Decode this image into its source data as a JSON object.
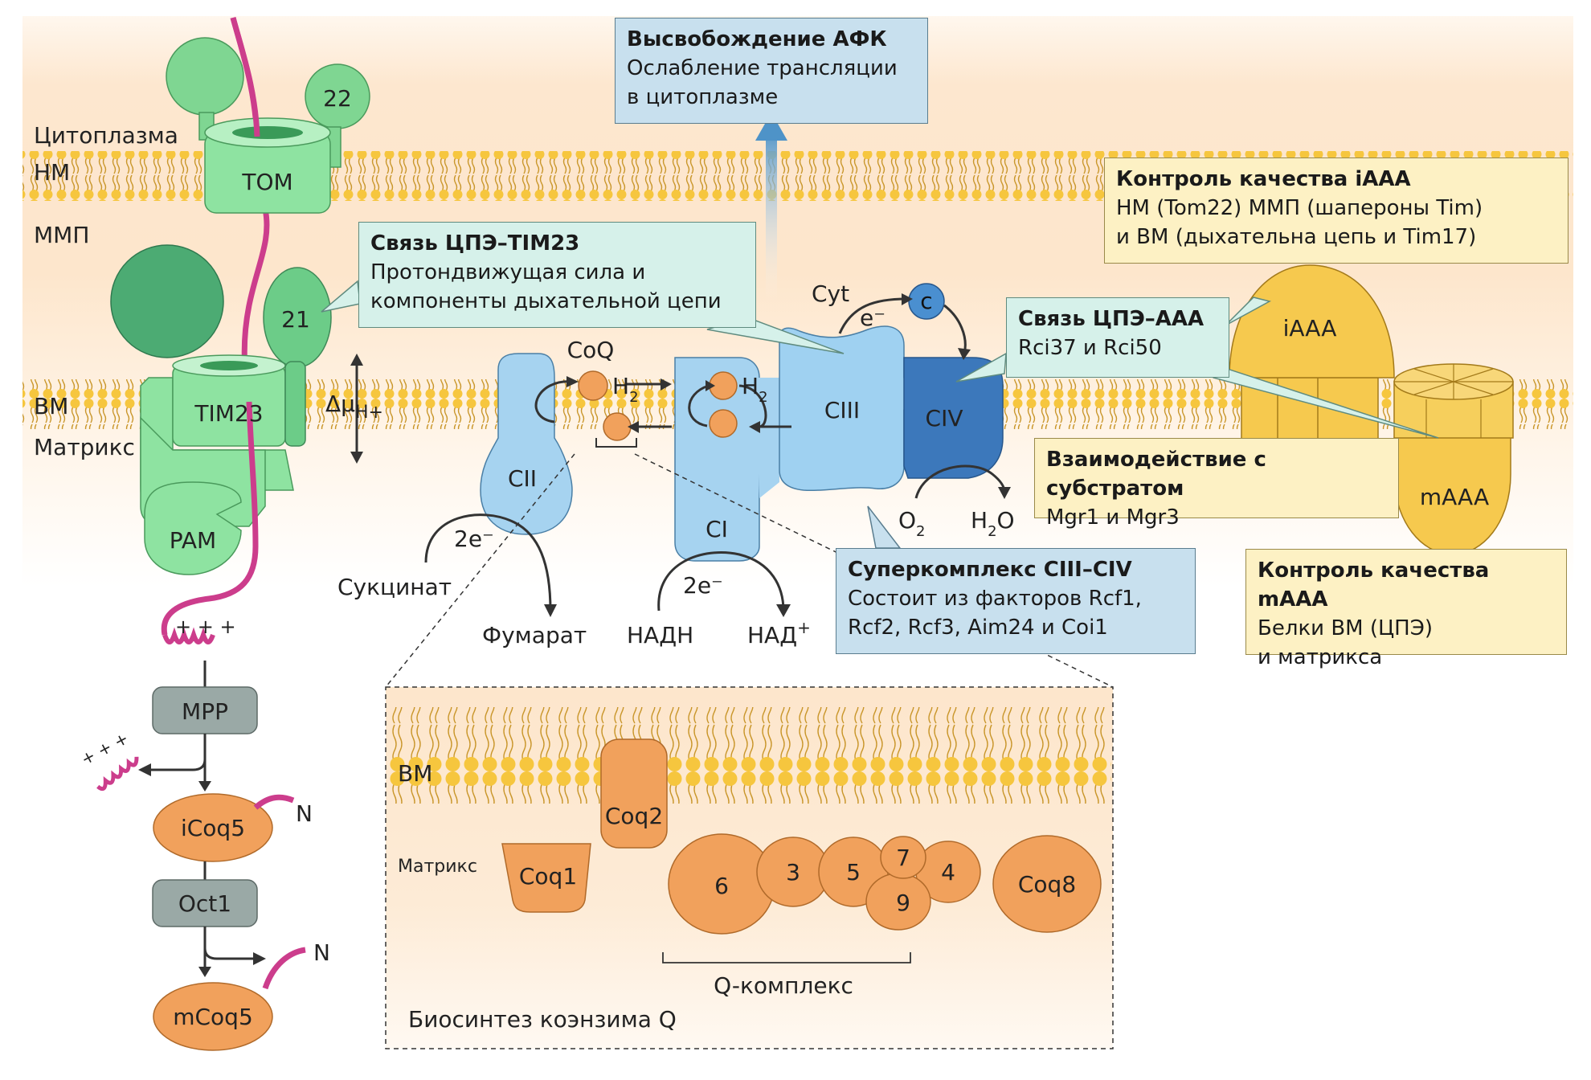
{
  "regions": {
    "cytoplasm": "Цитоплазма",
    "om": "НМ",
    "ims": "ММП",
    "im": "ВМ",
    "matrix": "Матрикс"
  },
  "import": {
    "tom": "TOM",
    "tom22": "22",
    "tim23": "TIM23",
    "tim21": "21",
    "pam": "PAM",
    "delta_mu": "Δμ",
    "delta_mu_sub": "H+",
    "charges": "+ + +",
    "mpp": "MPP",
    "cleaved_charges": "+ + +",
    "icoq5": "iCoq5",
    "n1": "N",
    "oct1": "Oct1",
    "n2": "N",
    "mcoq5": "mCoq5"
  },
  "etc": {
    "cii": "CII",
    "ci": "CI",
    "ciii": "CIII",
    "civ": "CIV",
    "coq": "CoQ",
    "h2a": "H",
    "h2a_sub": "2",
    "h2b": "H",
    "h2b_sub": "2",
    "cyt": "Cyt",
    "c": "c",
    "e_cyt": "e⁻",
    "e_succ": "2e⁻",
    "e_nadh": "2e⁻",
    "succinate": "Сукцинат",
    "fumarate": "Фумарат",
    "nadh": "НАДН",
    "nad": "НАД",
    "nad_sup": "+",
    "o2": "O",
    "o2_sub": "2",
    "h2o_h": "H",
    "h2o_sub": "2",
    "h2o_o": "O"
  },
  "qc": {
    "iaaa": "iAAA",
    "maaa": "mAAA"
  },
  "boxes": {
    "ros": {
      "title": "Высвобождение АФК",
      "lines": [
        "Ослабление трансляции",
        "в цитоплазме"
      ]
    },
    "tim23_link": {
      "title": "Связь ЦПЭ–TIM23",
      "lines": [
        "Протондвижущая сила и",
        "компоненты дыхательной цепи"
      ]
    },
    "aaa_link": {
      "title": "Связь ЦПЭ–AAA",
      "lines": [
        "Rci37 и Rci50"
      ]
    },
    "iaaa_qc": {
      "title": "Контроль качества iAAA",
      "lines": [
        "НМ (Tom22) ММП (шапероны Tim)",
        "и ВМ (дыхательна цепь и Tim17)"
      ]
    },
    "substrate": {
      "title": "Взаимодействие с субстратом",
      "lines": [
        "Mgr1 и Mgr3"
      ]
    },
    "supercomplex": {
      "title": "Суперкомплекс CIII–CIV",
      "lines": [
        "Состоит из факторов Rcf1,",
        "Rcf2, Rcf3, Aim24 и Coi1"
      ]
    },
    "maaa_qc": {
      "title": "Контроль качества mAAA",
      "lines": [
        "Белки ВМ (ЦПЭ)",
        "и матрикса"
      ]
    }
  },
  "inset": {
    "im": "ВМ",
    "matrix": "Матрикс",
    "coq1": "Coq1",
    "coq2": "Coq2",
    "coq6": "6",
    "coq3": "3",
    "coq5": "5",
    "coq7": "7",
    "coq4": "4",
    "coq9": "9",
    "coq8": "Coq8",
    "qcomplex": "Q-комплекс",
    "caption": "Биосинтез коэнзима Q"
  },
  "colors": {
    "membrane": "#f7c94a",
    "ims_band": "#fbe3c4",
    "green": "#7fd692",
    "blue": "#9fcfee",
    "dark_blue": "#3c78bb",
    "orange": "#f1a15c",
    "gold": "#f6c94e",
    "magenta": "#cc3d8c",
    "grey": "#9aa9a6"
  }
}
